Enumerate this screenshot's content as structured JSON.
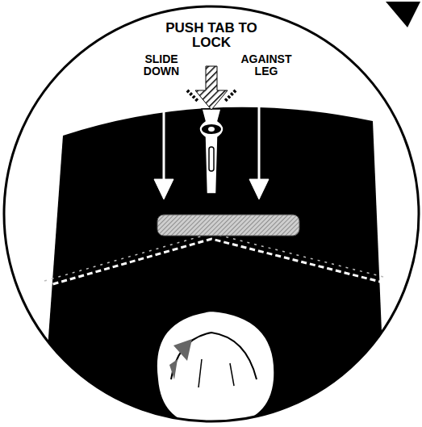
{
  "diagram": {
    "labels": [
      "PUSH TAB TO LOCK",
      "SLIDE DOWN",
      "AGAINST LEG"
    ]
  }
}
